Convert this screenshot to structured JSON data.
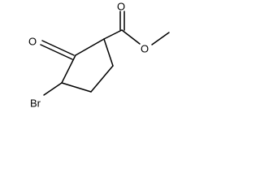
{
  "molecule": {
    "atoms": {
      "carbonyl_ring_o": "O",
      "ester_carbonyl_o": "O",
      "ester_ether_o": "O",
      "bromine": "Br"
    }
  },
  "colors": {
    "bond": "#000000",
    "label": "#000000",
    "background": "#ffffff"
  }
}
